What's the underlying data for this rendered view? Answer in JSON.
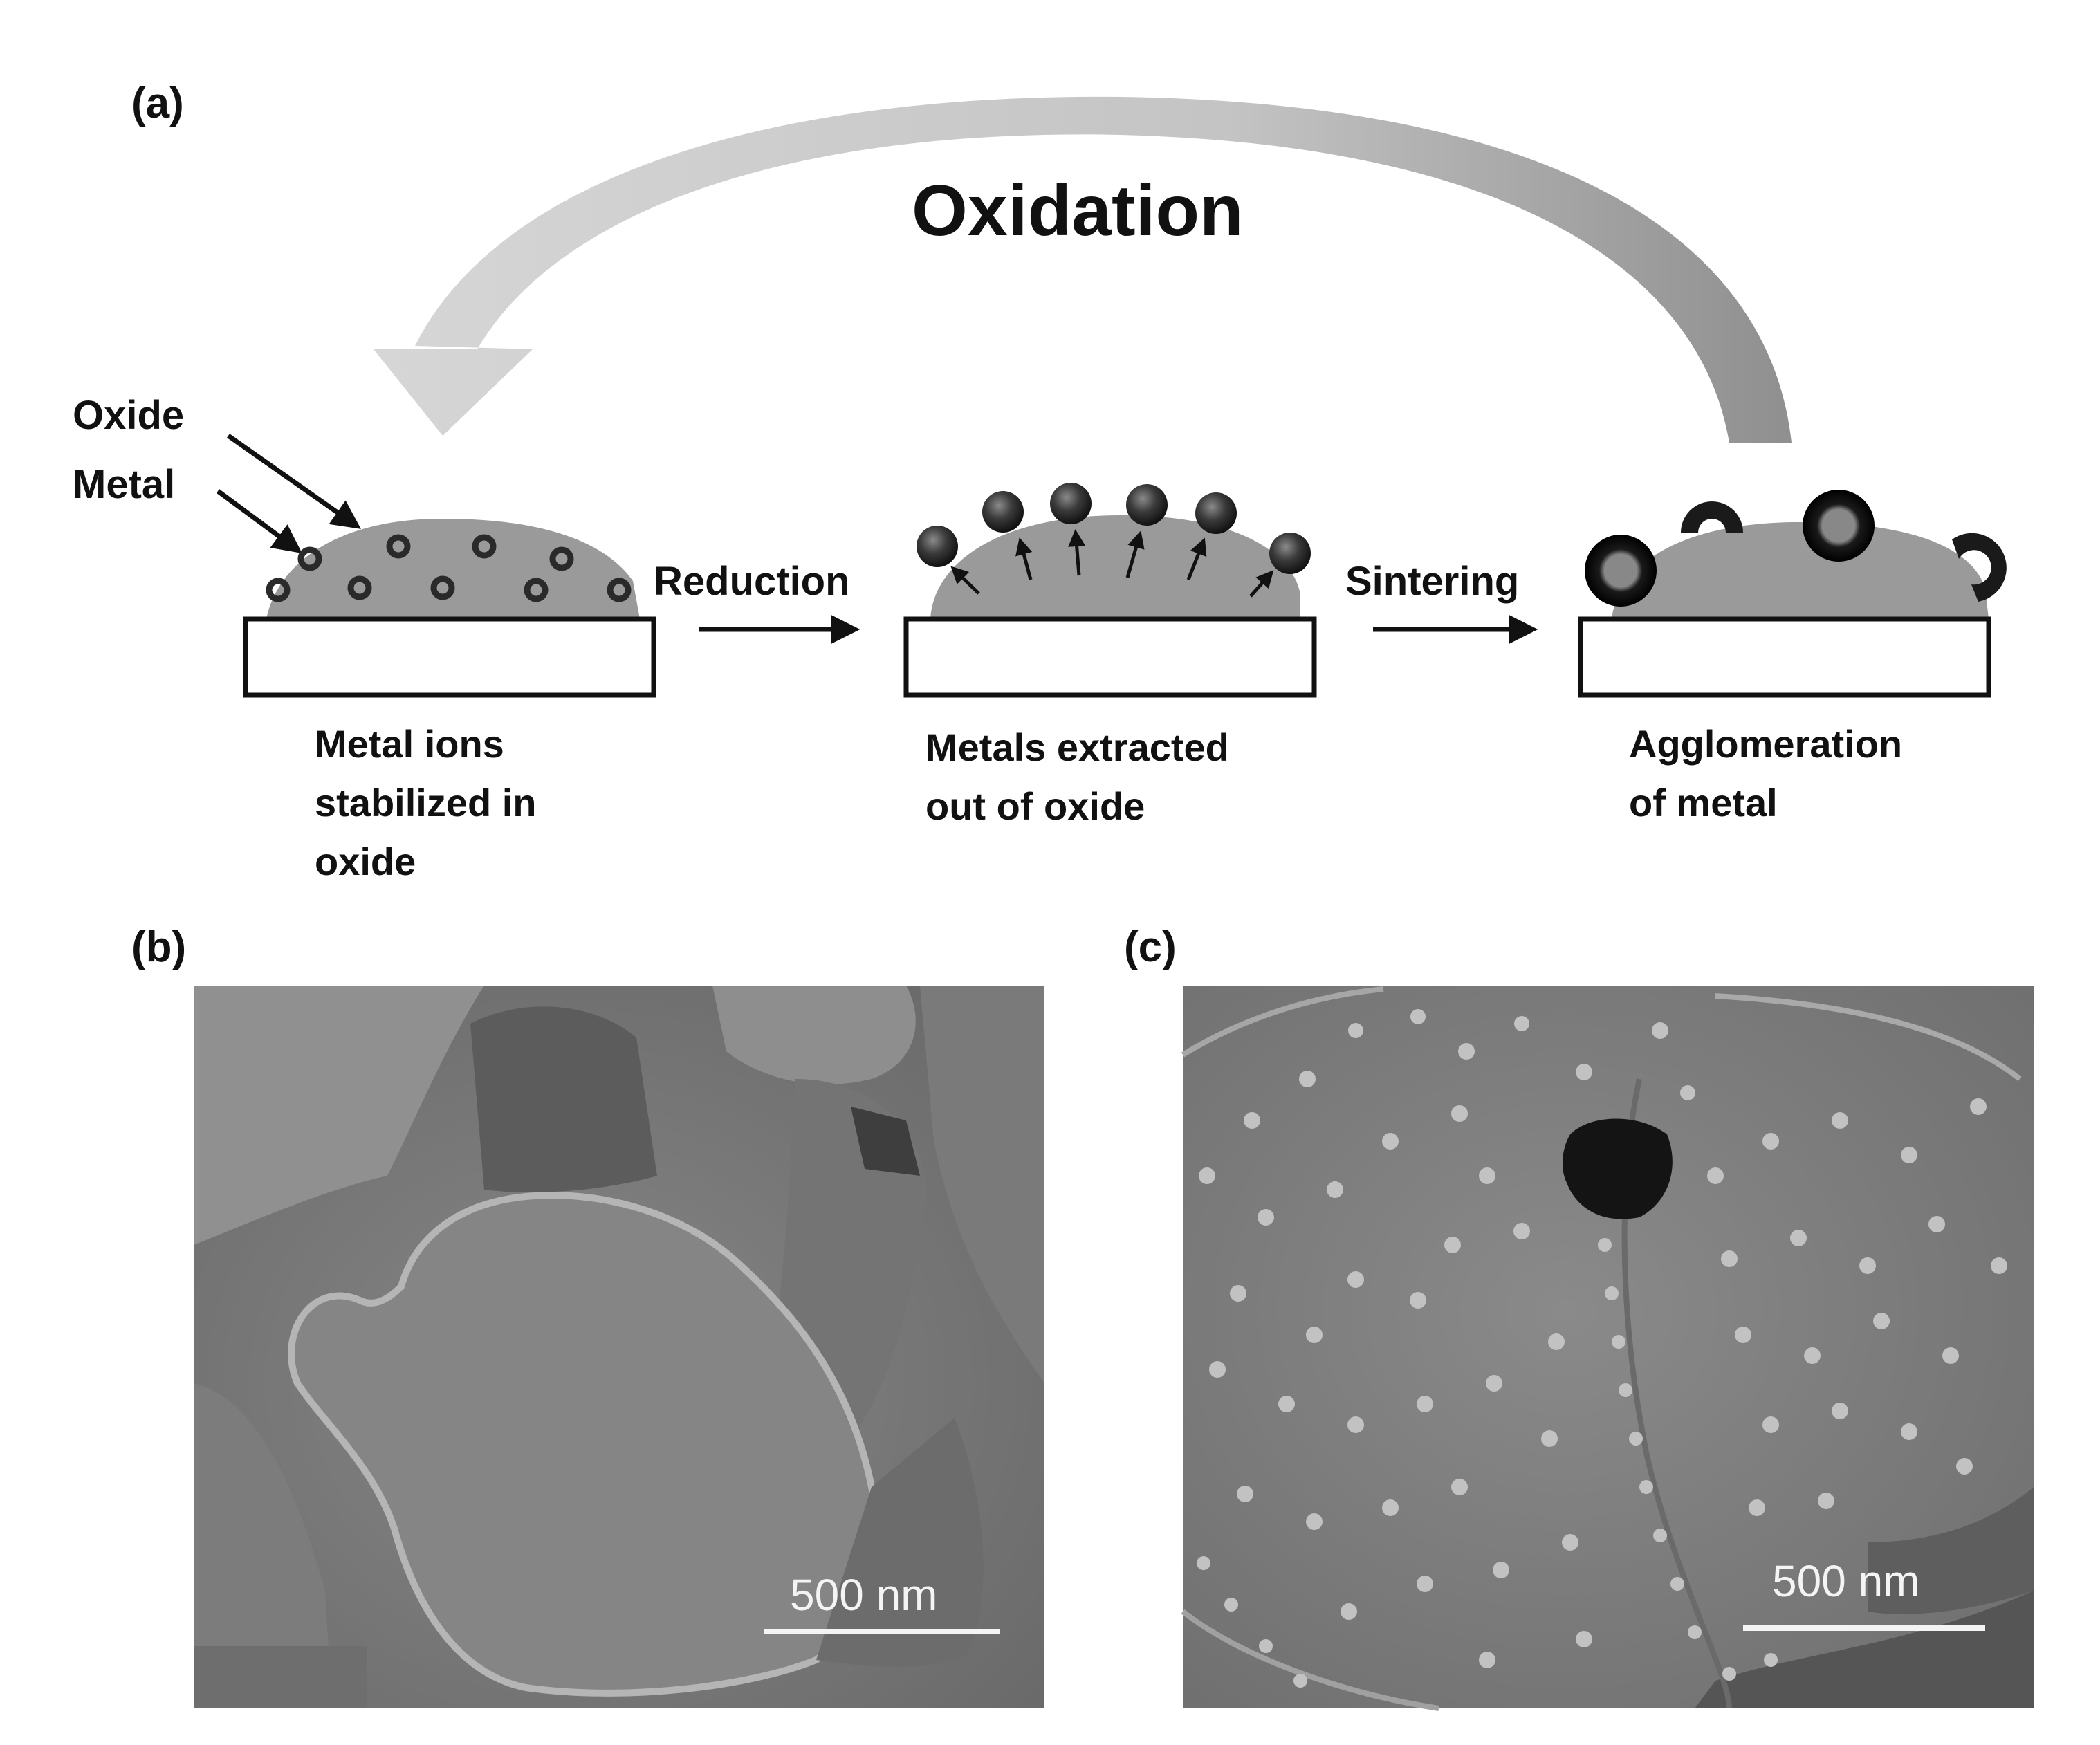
{
  "panels": {
    "a": {
      "label": "(a)",
      "cycle_label": "Oxidation",
      "legend_oxide": "Oxide",
      "legend_metal": "Metal",
      "step_reduction": "Reduction",
      "step_sintering": "Sintering",
      "captions": [
        [
          "Metal ions",
          "stabilized in",
          "oxide"
        ],
        [
          "Metals extracted",
          "out of oxide"
        ],
        [
          "Agglomeration",
          "of metal"
        ]
      ]
    },
    "b": {
      "label": "(b)",
      "scale_bar": "500 nm"
    },
    "c": {
      "label": "(c)",
      "scale_bar": "500 nm"
    }
  },
  "colors": {
    "oxide_layer": "#9a9a9a",
    "metal_particle": "#3a3a3a",
    "substrate": "#ffffff",
    "arc_arrow": "#c8c8c8",
    "sem_background": "#7e7e7e"
  }
}
